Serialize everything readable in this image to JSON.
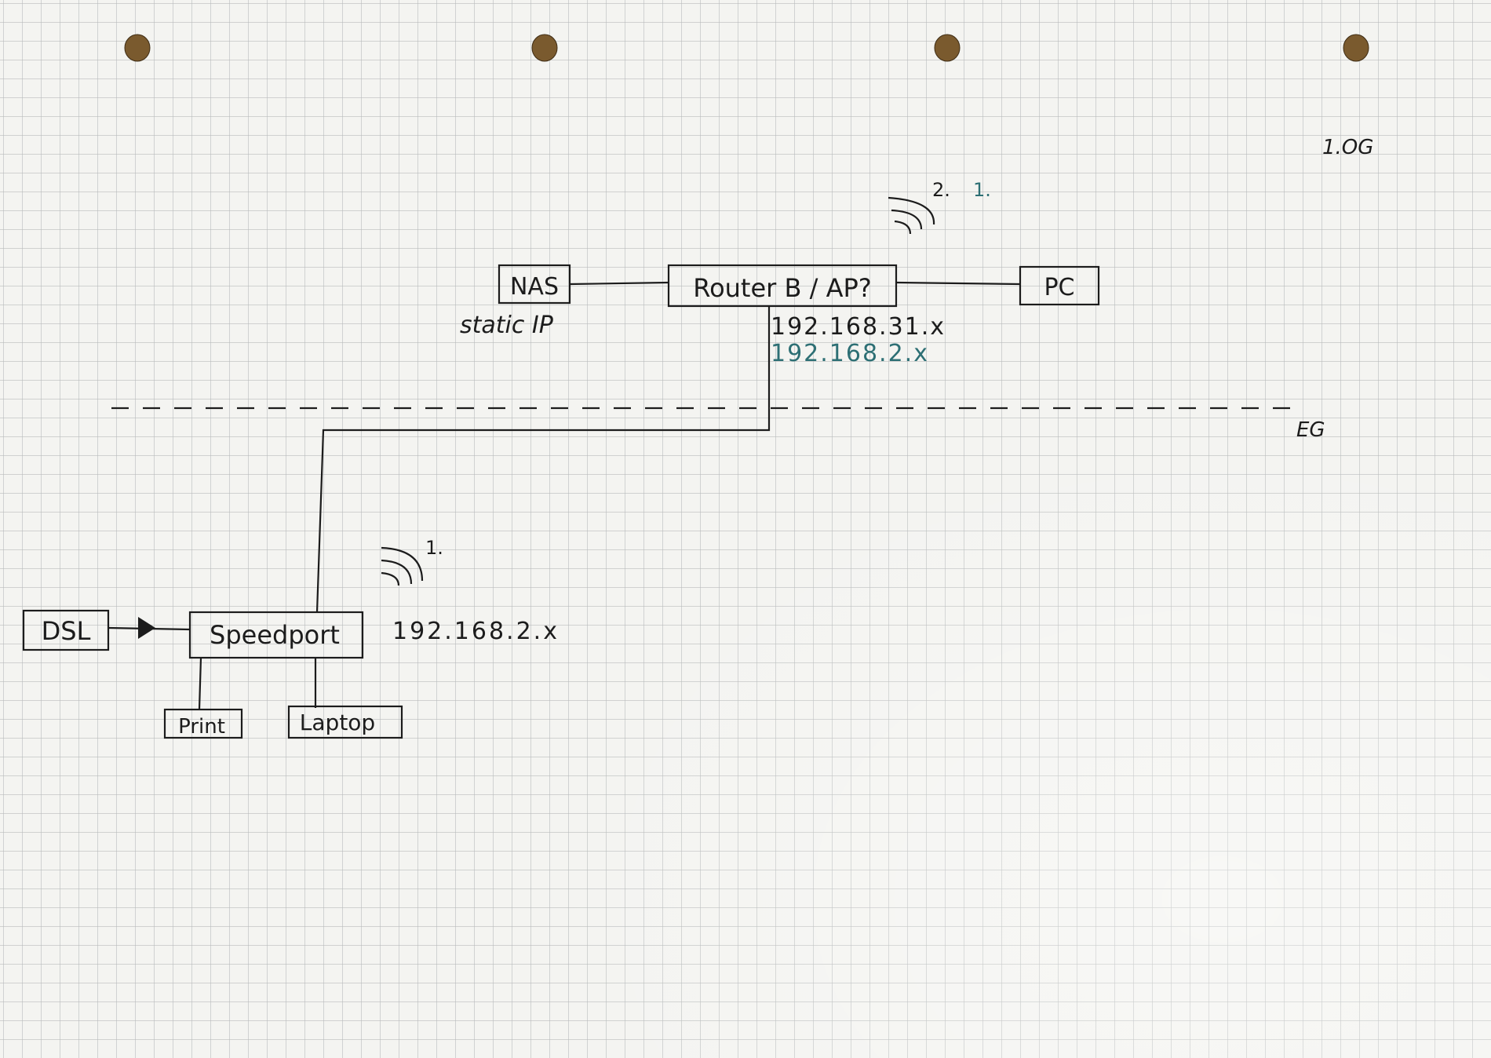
{
  "floors": {
    "upper": "1.OG",
    "ground": "EG"
  },
  "devices": {
    "nas": "NAS",
    "router_b": "Router B / AP?",
    "pc": "PC",
    "dsl": "DSL",
    "speedport": "Speedport",
    "print": "Print",
    "laptop": "Laptop"
  },
  "annotations": {
    "nas_note": "static IP",
    "router_ip_1": "192.168.31.x",
    "router_ip_2": "192.168.2.x",
    "speedport_ip": "192.168.2.x",
    "wifi_upper_label_a": "2.",
    "wifi_upper_label_b": "1.",
    "wifi_lower_label": "1."
  },
  "colors": {
    "ink_black": "#1c1c1c",
    "ink_teal": "#2d6f74",
    "grid_line": "#b9bcbc",
    "paper": "#f4f4f1",
    "punch_hole": "#7a5a2e"
  }
}
